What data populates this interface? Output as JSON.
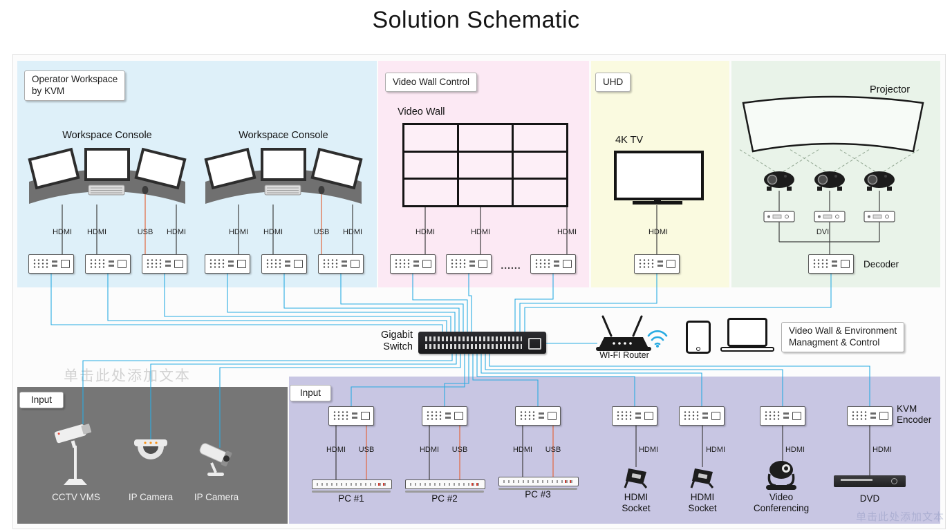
{
  "title": "Solution Schematic",
  "watermark": "单击此处添加文本",
  "ports": {
    "hdmi": "HDMI",
    "usb": "USB",
    "dvi": "DVI"
  },
  "operator": {
    "label1": "Operator Workspace",
    "label2": "by KVM",
    "console1": "Workspace Console",
    "console2": "Workspace Console"
  },
  "videowall": {
    "label": "Video Wall Control",
    "title": "Video Wall",
    "dots": "......"
  },
  "uhd": {
    "label": "UHD",
    "tv": "4K TV"
  },
  "projector": {
    "title": "Projector",
    "decoder": "Decoder"
  },
  "center": {
    "switch1": "Gigabit",
    "switch2": "Switch",
    "router": "WI-FI Router",
    "mgmt1": "Video Wall & Environment",
    "mgmt2": "Managment & Control"
  },
  "input_left": {
    "label": "Input",
    "cctv": "CCTV VMS",
    "cam1": "IP Camera",
    "cam2": "IP Camera"
  },
  "input_right": {
    "label": "Input",
    "kvm1": "KVM",
    "kvm2": "Encoder",
    "pc1": "PC #1",
    "pc2": "PC #2",
    "pc3": "PC #3",
    "socket_l1": "HDMI",
    "socket_l2": "Socket",
    "vc_l1": "Video",
    "vc_l2": "Conferencing",
    "dvd": "DVD"
  },
  "colors": {
    "cyan": "#29abe2",
    "orange": "#e2673f",
    "dark": "#3f3f3f"
  }
}
